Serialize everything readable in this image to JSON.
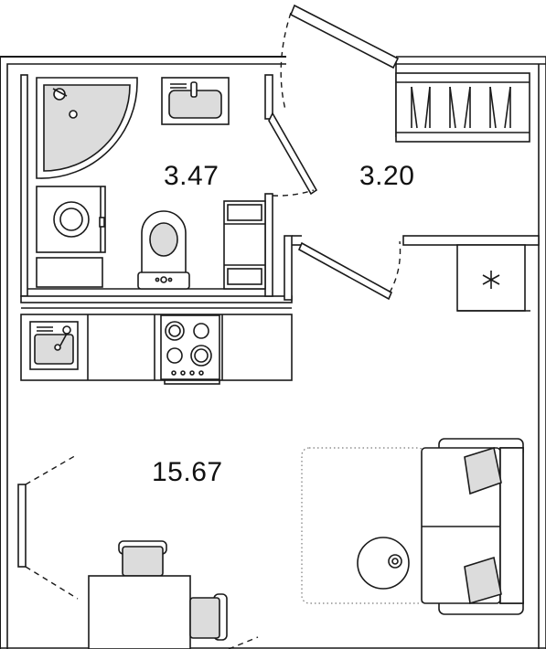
{
  "rooms": [
    {
      "id": "bathroom",
      "area": "3.47"
    },
    {
      "id": "hallway",
      "area": "3.20"
    },
    {
      "id": "living-room",
      "area": "15.67"
    }
  ],
  "colors": {
    "line": "#1a1a1a",
    "fill": "#ffffff",
    "furniture_shade": "#dcdcdc"
  }
}
